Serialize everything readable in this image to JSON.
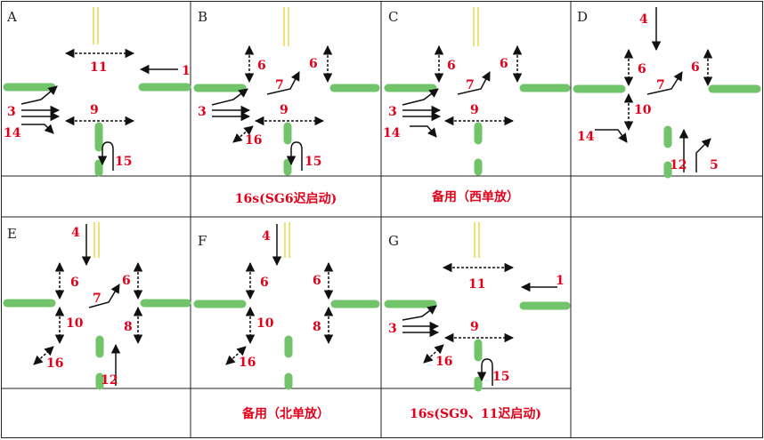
{
  "colors": {
    "grid_line": "#222222",
    "green_bar": "#72c46a",
    "red_label": "#e0001b",
    "yellow_line": "#e8d84a"
  },
  "panels": [
    {
      "letter": "A",
      "caption": "",
      "labels": [
        "11",
        "1",
        "3",
        "9",
        "14",
        "15"
      ]
    },
    {
      "letter": "B",
      "caption": "16s(SG6迟启动)",
      "labels": [
        "6",
        "6",
        "7",
        "3",
        "9",
        "16",
        "15"
      ]
    },
    {
      "letter": "C",
      "caption": "备用（西单放）",
      "labels": [
        "6",
        "6",
        "7",
        "3",
        "9",
        "14"
      ]
    },
    {
      "letter": "D",
      "caption": "",
      "labels": [
        "4",
        "6",
        "6",
        "7",
        "10",
        "14",
        "12",
        "5"
      ]
    },
    {
      "letter": "E",
      "caption": "",
      "labels": [
        "4",
        "6",
        "6",
        "7",
        "10",
        "8",
        "16",
        "12"
      ]
    },
    {
      "letter": "F",
      "caption": "备用（北单放）",
      "labels": [
        "4",
        "6",
        "6",
        "10",
        "8",
        "16"
      ]
    },
    {
      "letter": "G",
      "caption": "16s(SG9、11迟启动)",
      "labels": [
        "11",
        "1",
        "3",
        "9",
        "16",
        "15"
      ]
    }
  ]
}
